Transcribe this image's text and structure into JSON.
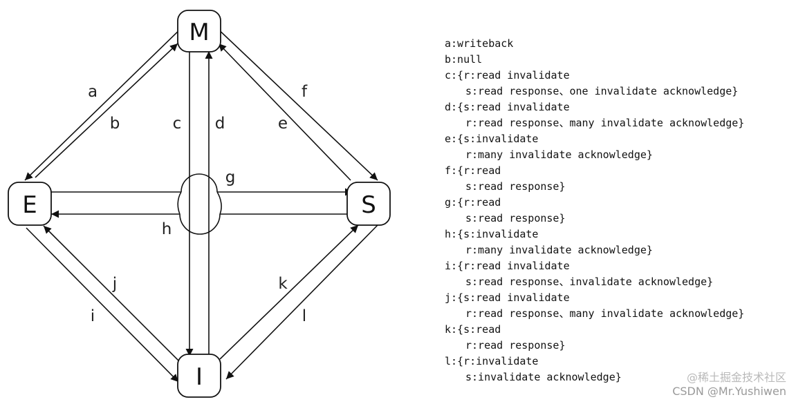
{
  "states": [
    {
      "id": "M",
      "label": "M"
    },
    {
      "id": "E",
      "label": "E"
    },
    {
      "id": "S",
      "label": "S"
    },
    {
      "id": "I",
      "label": "I"
    }
  ],
  "transitions": [
    {
      "label": "a",
      "from": "M",
      "to": "E"
    },
    {
      "label": "b",
      "from": "E",
      "to": "M"
    },
    {
      "label": "c",
      "from": "M",
      "to": "I"
    },
    {
      "label": "d",
      "from": "I",
      "to": "M"
    },
    {
      "label": "e",
      "from": "S",
      "to": "M"
    },
    {
      "label": "f",
      "from": "M",
      "to": "S"
    },
    {
      "label": "g",
      "from": "E",
      "to": "S"
    },
    {
      "label": "h",
      "from": "S",
      "to": "E"
    },
    {
      "label": "i",
      "from": "E",
      "to": "I"
    },
    {
      "label": "j",
      "from": "I",
      "to": "E"
    },
    {
      "label": "k",
      "from": "I",
      "to": "S"
    },
    {
      "label": "l",
      "from": "S",
      "to": "I"
    }
  ],
  "legend": [
    {
      "key": "a",
      "lines": [
        "a:writeback"
      ]
    },
    {
      "key": "b",
      "lines": [
        "b:null"
      ]
    },
    {
      "key": "c",
      "lines": [
        "c:{r:read invalidate",
        "s:read response、one invalidate acknowledge}"
      ]
    },
    {
      "key": "d",
      "lines": [
        "d:{s:read invalidate",
        "r:read response、many invalidate acknowledge}"
      ]
    },
    {
      "key": "e",
      "lines": [
        "e:{s:invalidate",
        "r:many invalidate acknowledge}"
      ]
    },
    {
      "key": "f",
      "lines": [
        "f:{r:read",
        "s:read response}"
      ]
    },
    {
      "key": "g",
      "lines": [
        "g:{r:read",
        "s:read response}"
      ]
    },
    {
      "key": "h",
      "lines": [
        "h:{s:invalidate",
        "r:many invalidate acknowledge}"
      ]
    },
    {
      "key": "i",
      "lines": [
        "i:{r:read invalidate",
        "s:read response、invalidate acknowledge}"
      ]
    },
    {
      "key": "j",
      "lines": [
        "j:{s:read invalidate",
        "r:read response、many invalidate acknowledge}"
      ]
    },
    {
      "key": "k",
      "lines": [
        "k:{s:read",
        "r:read response}"
      ]
    },
    {
      "key": "l",
      "lines": [
        "l:{r:invalidate",
        "s:invalidate acknowledge}"
      ]
    }
  ],
  "watermark": {
    "line1": "@稀土掘金技术社区",
    "line2": "CSDN @Mr.Yushiwen"
  },
  "colors": {
    "stroke": "#111111",
    "node_fill": "#ffffff",
    "text": "#111111"
  }
}
